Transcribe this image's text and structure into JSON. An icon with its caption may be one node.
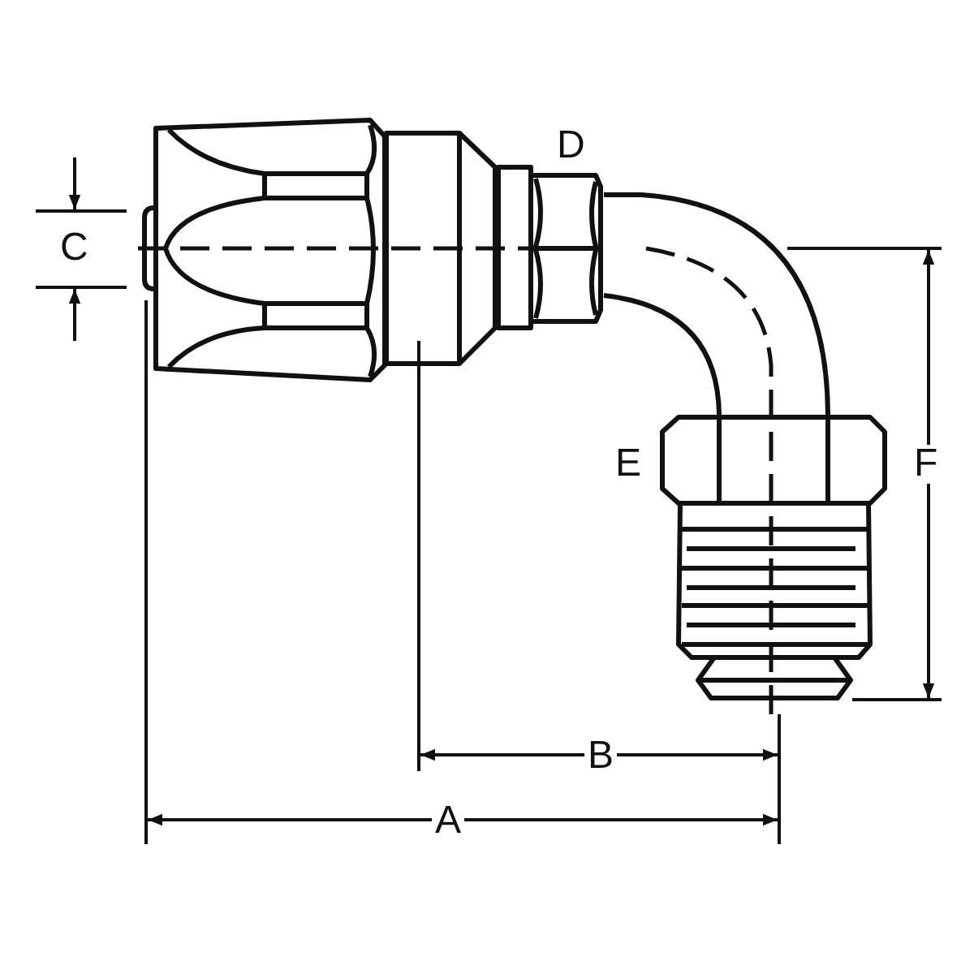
{
  "diagram": {
    "labels": [
      "D",
      "C",
      "E",
      "F",
      "B",
      "A"
    ]
  }
}
